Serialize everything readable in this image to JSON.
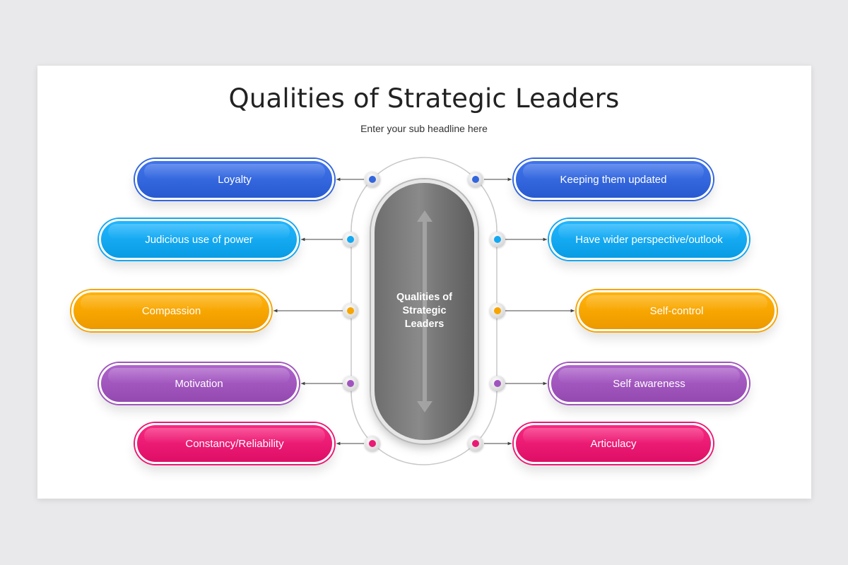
{
  "title": "Qualities of Strategic Leaders",
  "subtitle": "Enter your sub headline here",
  "center_label": "Qualities of Strategic Leaders",
  "left_items": [
    {
      "label": "Loyalty",
      "color": "#3366dd"
    },
    {
      "label": "Judicious use of power",
      "color": "#13a8f0"
    },
    {
      "label": "Compassion",
      "color": "#f7a500"
    },
    {
      "label": "Motivation",
      "color": "#a055bd"
    },
    {
      "label": "Constancy/Reliability",
      "color": "#ea1a73"
    }
  ],
  "right_items": [
    {
      "label": "Keeping them updated",
      "color": "#3366dd"
    },
    {
      "label": "Have wider perspective/outlook",
      "color": "#13a8f0"
    },
    {
      "label": "Self-control",
      "color": "#f7a500"
    },
    {
      "label": "Self awareness",
      "color": "#a055bd"
    },
    {
      "label": "Articulacy",
      "color": "#ea1a73"
    }
  ]
}
